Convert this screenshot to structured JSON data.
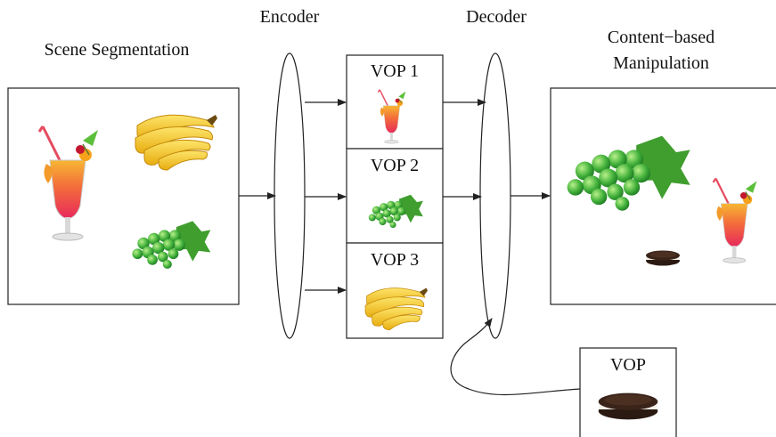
{
  "headings": {
    "scene_segmentation": "Scene Segmentation",
    "encoder": "Encoder",
    "decoder": "Decoder",
    "content_based_line1": "Content−based",
    "content_based_line2": "Manipulation"
  },
  "vops": [
    {
      "label": "VOP 1",
      "content": "cocktail-drink"
    },
    {
      "label": "VOP 2",
      "content": "grapes"
    },
    {
      "label": "VOP 3",
      "content": "bananas"
    }
  ],
  "external_vop": {
    "label": "VOP",
    "content": "cookie"
  },
  "colors": {
    "stroke": "#222222",
    "banana": "#f5cc1d",
    "grape": "#3fae3a",
    "drink_top": "#f39a2a",
    "drink_bottom": "#e8345a",
    "cookie": "#2a1a14"
  }
}
